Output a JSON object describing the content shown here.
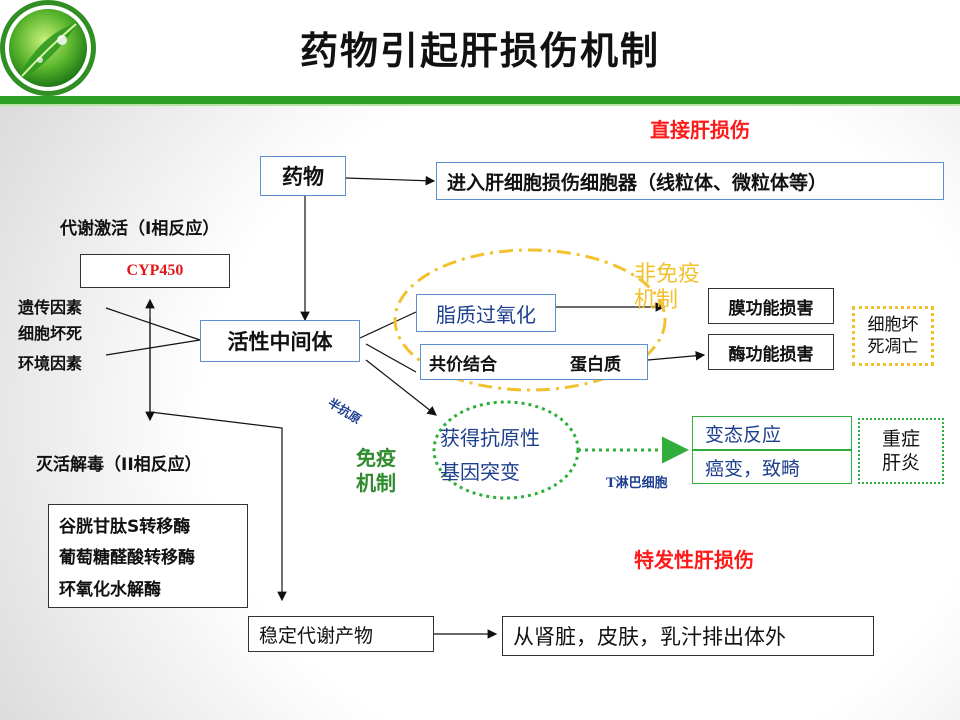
{
  "title": "药物引起肝损伤机制",
  "sections": {
    "direct": "直接肝损伤",
    "idiosyncratic": "特发性肝损伤",
    "phase1": "代谢激活（I相反应）",
    "phase2": "灭活解毒（II相反应）"
  },
  "nodes": {
    "drug": "药物",
    "enter_hepatocyte": "进入肝细胞损伤细胞器（线粒体、微粒体等）",
    "cyp450": "CYP450",
    "genetic": "遗传因素",
    "cell_necrosis": "细胞坏死",
    "environment": "环境因素",
    "active_intermediate": "活性中间体",
    "lipid_peroxidation": "脂质过氧化",
    "covalent_binding": "共价结合",
    "protein": "蛋白质",
    "membrane_damage": "膜功能损害",
    "enzyme_damage": "酶功能损害",
    "cell_death_line1": "细胞坏",
    "cell_death_line2": "死凋亡",
    "non_immune_line1": "非免疫",
    "non_immune_line2": "机制",
    "hapten": "半抗原",
    "antigenicity": "获得抗原性",
    "gene_mutation": "基因突变",
    "t_lymphocyte": "T淋巴细胞",
    "allergy": "变态反应",
    "cancer": "癌变，致畸",
    "severe_line1": "重症",
    "severe_line2": "肝炎",
    "immune_line1": "免疫",
    "immune_line2": "机制",
    "enzymes": [
      "谷胱甘肽S转移酶",
      "葡萄糖醛酸转移酶",
      "环氧化水解酶"
    ],
    "stable_metabolite": "稳定代谢产物",
    "excretion": "从肾脏，皮肤，乳汁排出体外"
  },
  "colors": {
    "green_accent": "#2e9f25",
    "red_heading": "#ff1a1a",
    "blue_text": "#1e3f8f",
    "box_blue_border": "#5b8fd0",
    "dash_yellow": "#f2c12e",
    "dot_green": "#2fae3c"
  },
  "icons": {
    "logo": "green-leaf-dewdrop-logo"
  }
}
